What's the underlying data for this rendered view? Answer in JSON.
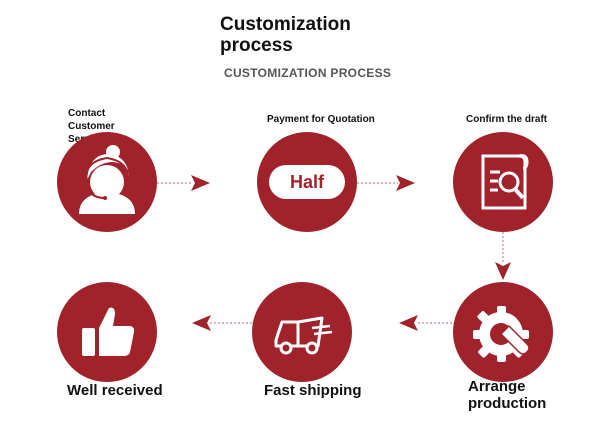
{
  "header": {
    "title": "Customization process",
    "subtitle": "CUSTOMIZATION PROCESS"
  },
  "steps": [
    {
      "label": "Contact Customer Service",
      "icon": "headset-agent-icon"
    },
    {
      "label": "Payment for Quotation",
      "badge": "Half",
      "icon": "half-badge"
    },
    {
      "label": "Confirm the draft",
      "icon": "document-magnifier-icon"
    },
    {
      "label": "Arrange production",
      "icon": "gear-wrench-icon"
    },
    {
      "label": "Fast shipping",
      "icon": "delivery-truck-icon"
    },
    {
      "label": "Well received",
      "icon": "thumbs-up-icon"
    }
  ],
  "colors": {
    "accent": "#a0222b",
    "connector": "#c98a8e"
  }
}
